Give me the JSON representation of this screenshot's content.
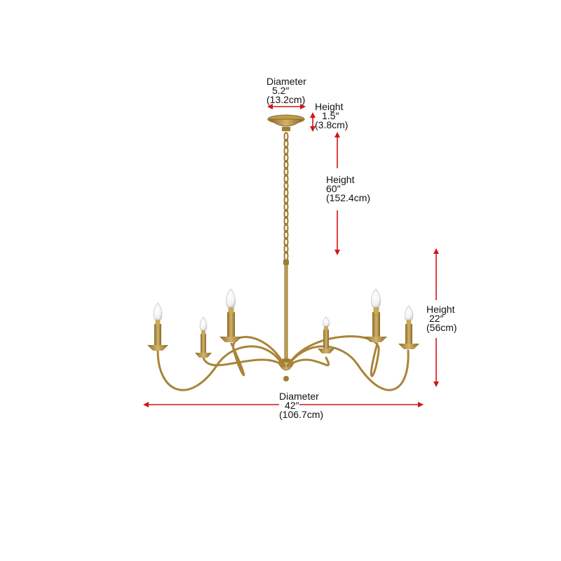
{
  "colors": {
    "brass": "#b08a3e",
    "brass_dark": "#8a6a2a",
    "brass_light": "#d3b26a",
    "arrow_red": "#d01515"
  },
  "dimensions": {
    "canopy_diameter": {
      "label": "Diameter",
      "inches": "5.2″",
      "cm": "(13.2cm)"
    },
    "canopy_height": {
      "label": "Height",
      "inches": "1.5″",
      "cm": "(3.8cm)"
    },
    "chain_height": {
      "label": "Height",
      "inches": "60″",
      "cm": "(152.4cm)"
    },
    "fixture_height": {
      "label": "Height",
      "inches": "22″",
      "cm": "(56cm)"
    },
    "fixture_diameter": {
      "label": "Diameter",
      "inches": "42″",
      "cm": "(106.7cm)"
    }
  }
}
